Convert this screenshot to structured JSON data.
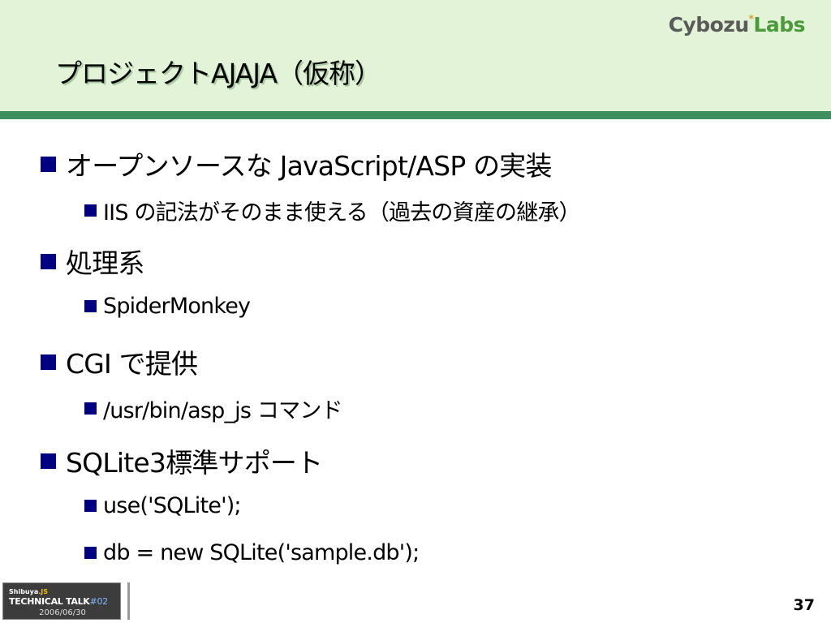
{
  "header": {
    "title": "プロジェクトAJAJA（仮称）",
    "logo_part1": "Cybozu",
    "logo_sep": "*",
    "logo_part2": "Labs"
  },
  "content": {
    "items": [
      {
        "level": 1,
        "text": "オープンソースな JavaScript/ASP の実装"
      },
      {
        "level": 2,
        "text": "IIS の記法がそのまま使える（過去の資産の継承）"
      },
      {
        "level": 1,
        "text": "処理系"
      },
      {
        "level": 2,
        "text": "SpiderMonkey"
      },
      {
        "level": 1,
        "text": "CGI で提供"
      },
      {
        "level": 2,
        "text": "/usr/bin/asp_js コマンド"
      },
      {
        "level": 1,
        "text": "SQLite3標準サポート"
      },
      {
        "level": 2,
        "text": "use('SQLite');"
      },
      {
        "level": 2,
        "text": "db = new SQLite('sample.db');"
      }
    ]
  },
  "footer": {
    "badge_top": "Shibuya",
    "badge_top_js": ".JS",
    "badge_main": "TECHNICAL TALK",
    "badge_num": "#02",
    "badge_date": "2006/06/30",
    "page_number": "37"
  },
  "colors": {
    "header_bg": "#e2f3d8",
    "header_rule": "#3f8f5f",
    "bullet": "#000080"
  }
}
